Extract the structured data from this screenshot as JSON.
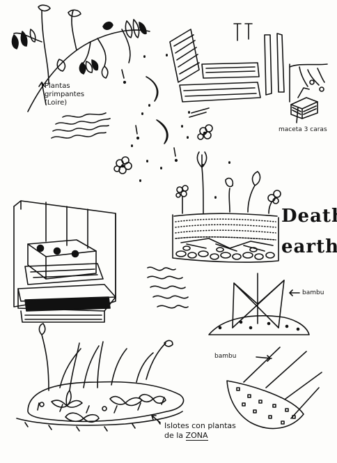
{
  "labels": {
    "climbers_line1": "Plantas",
    "climbers_line2": "grimpantes",
    "climbers_line3": "(Loire)",
    "planter": "maceta 3 caras",
    "death_line1": "Death",
    "death_line2": "earth",
    "bamboo_top": "bambu",
    "bamboo_bottom": "bambu",
    "islets_line1": "Islotes con plantas",
    "islets_line2_a": "de la",
    "islets_line2_b": "ZONA"
  },
  "colors": {
    "ink": "#111111",
    "paper": "#fdfdfb"
  }
}
